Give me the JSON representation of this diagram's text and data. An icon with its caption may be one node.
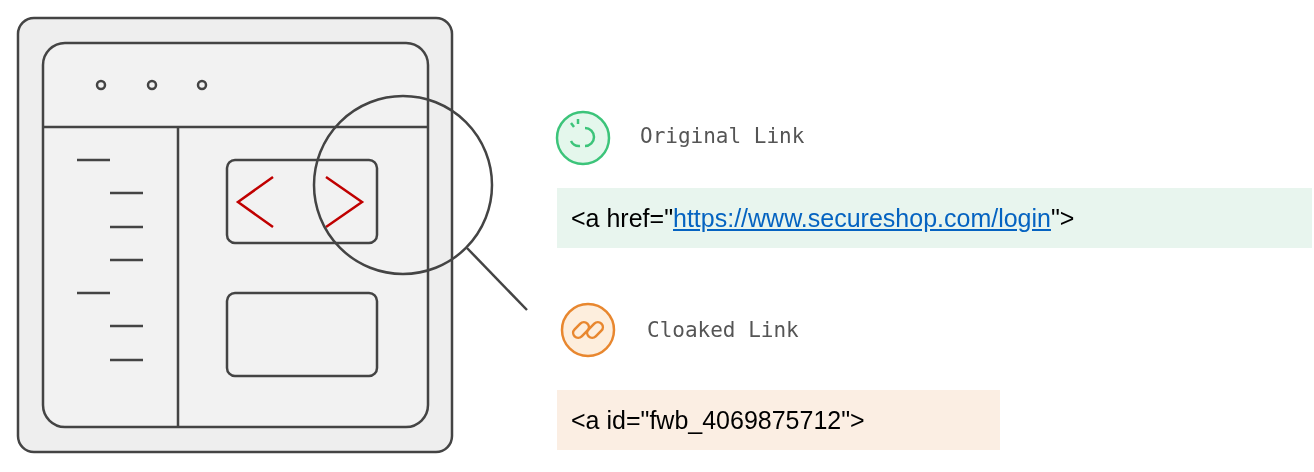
{
  "diagram": {
    "nodes": [
      {
        "text": [
          "<a href=\"https://www.secureshop.com/login\">"
        ]
      },
      {
        "text": [
          "<a id=\"fwb_4069875712\">"
        ]
      }
    ],
    "labels": [
      "Original Link",
      "Cloaked Link"
    ]
  }
}
